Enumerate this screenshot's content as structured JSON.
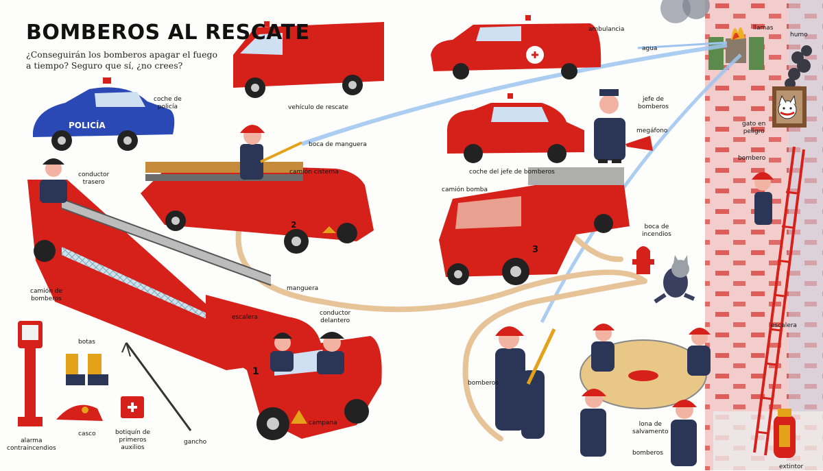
{
  "title": "BOMBEROS AL RESCATE",
  "intro": "¿Conseguirán los bomberos apagar el fuego a tiempo? Seguro que sí, ¿no crees?",
  "police_car_text": "POLICÍA",
  "truck_numbers": [
    "1",
    "2",
    "3"
  ],
  "labels": {
    "coche_policia": "coche de\npolicía",
    "vehiculo_rescate": "vehículo de rescate",
    "ambulancia": "ambulancia",
    "agua": "agua",
    "llamas": "llamas",
    "humo": "humo",
    "boca_manguera": "boca de manguera",
    "camion_cisterna": "camión cisterna",
    "conductor_trasero": "conductor\ntrasero",
    "jefe_bomberos": "jefe de\nbomberos",
    "megafono": "megáfono",
    "coche_jefe": "coche del jefe de bomberos",
    "camion_bomba": "camión bomba",
    "gato_peligro": "gato en\npeligro",
    "bombero": "bombero",
    "boca_incendios": "boca de\nincendios",
    "camion_bomberos": "camión de\nbomberos",
    "manguera": "manguera",
    "escalera_camion": "escalera",
    "conductor_delantero": "conductor\ndelantero",
    "botas": "botas",
    "escalera_muro": "escalera",
    "bomberos_1": "bomberos",
    "alarma": "alarma\ncontraincendios",
    "casco": "casco",
    "botiquin": "botiquín de\nprimeros\nauxilios",
    "gancho": "gancho",
    "campana": "campana",
    "lona": "lona de\nsalvamento",
    "bomberos_2": "bomberos",
    "extintor": "extintor"
  },
  "colors": {
    "fire_red": "#d6211b",
    "dark_red": "#8e1512",
    "police_blue": "#2a49b4",
    "water": "#9cc4ee",
    "wall": "#f3cccc",
    "brick": "#d9413b",
    "uniform": "#2b3556",
    "skin": "#f3b3a3",
    "hose": "#e7c398",
    "gold": "#e3a21a",
    "net": "#e9c887",
    "shutter": "#5c8a4d",
    "smoke": "#4a4a58"
  },
  "icons": [
    "fire-truck-icon",
    "police-car-icon",
    "ambulance-icon",
    "fire-hydrant-icon",
    "fire-alarm-icon",
    "helmet-icon",
    "first-aid-kit-icon",
    "boots-icon",
    "fire-extinguisher-icon",
    "ladder-icon",
    "cat-icon",
    "megaphone-icon"
  ]
}
